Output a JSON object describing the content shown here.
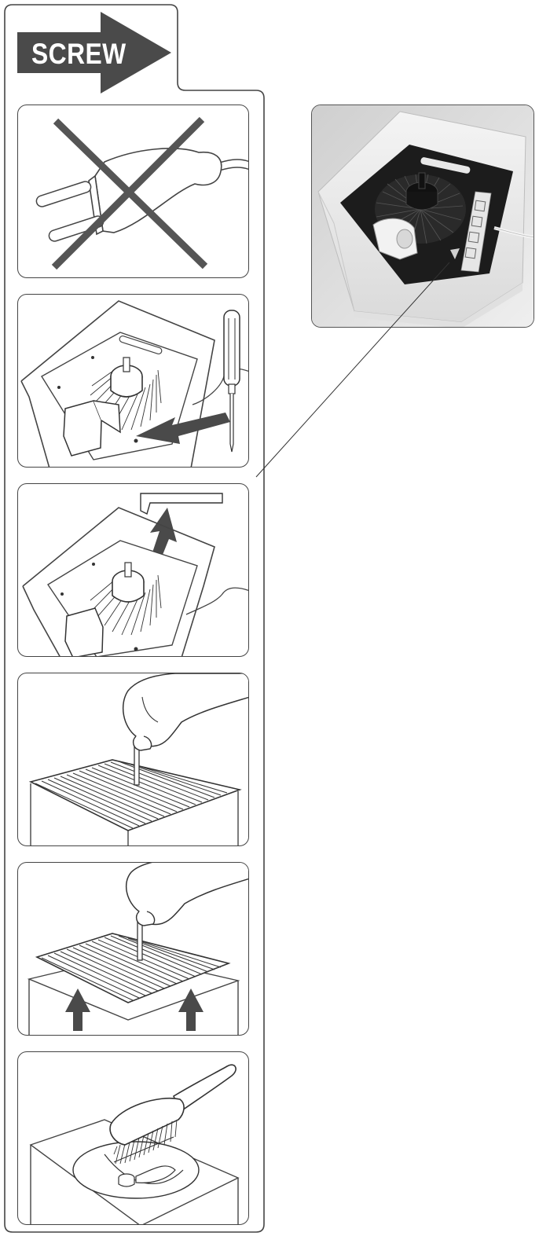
{
  "banner": {
    "label": "SCREW",
    "color": "#4a4a4a"
  },
  "steps": [
    {
      "name": "unplug",
      "icon": "crossed-out-plug-icon"
    },
    {
      "name": "remove-screw",
      "icon": "screwdriver-icon"
    },
    {
      "name": "remove-bracket",
      "icon": "bracket-lift-icon"
    },
    {
      "name": "lift-grille",
      "icon": "hand-grille-icon"
    },
    {
      "name": "grille-removed",
      "icon": "grille-up-arrows-icon"
    },
    {
      "name": "brush-clean",
      "icon": "brush-icon"
    }
  ],
  "photo": {
    "icon": "unit-top-view-photo"
  }
}
